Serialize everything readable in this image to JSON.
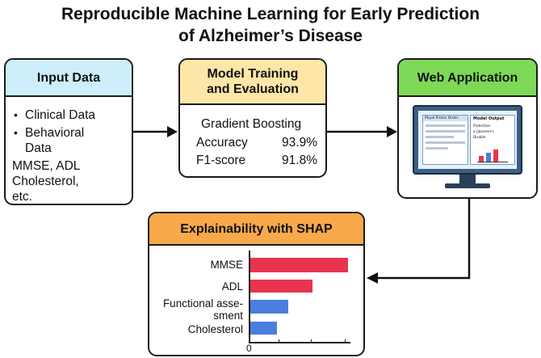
{
  "title": {
    "line1": "Reproducible Machine Learning for Early Prediction",
    "line2": "of Alzheimer’s Disease"
  },
  "input_box": {
    "heading": "Input Data",
    "items": [
      "Clinical Data",
      "Behavioral",
      "Data"
    ],
    "extra_lines": [
      "MMSE, ADL",
      "Cholesterol,",
      "etc."
    ]
  },
  "model_box": {
    "heading_line1": "Model Training",
    "heading_line2": "and Evaluation",
    "algorithm": "Gradient Boosting",
    "metrics": [
      {
        "name": "Accuracy",
        "value": "93.9%"
      },
      {
        "name": "F1-score",
        "value": "91.8%"
      }
    ]
  },
  "web_box": {
    "heading": "Web Application",
    "screen": {
      "form_title": "Pbyal Protss Order",
      "output_title": "Model Output",
      "output_line1": "Protection",
      "output_line2": "a (Jazvmer's",
      "output_line3": "Disable"
    }
  },
  "shap_box": {
    "heading": "Explainability with SHAP",
    "features": [
      {
        "label_lines": [
          "MMSE"
        ],
        "importance": 1.0,
        "color": "#e8344e"
      },
      {
        "label_lines": [
          "ADL"
        ],
        "importance": 0.64,
        "color": "#e8344e"
      },
      {
        "label_lines": [
          "Functional asse-",
          "sment"
        ],
        "importance": 0.39,
        "color": "#4a7fe0"
      },
      {
        "label_lines": [
          "Cholesterol"
        ],
        "importance": 0.28,
        "color": "#4a7fe0"
      }
    ],
    "axis_zero_label": "0"
  },
  "colors": {
    "input_header": "#cdeefa",
    "model_header": "#fde6a8",
    "web_header": "#7ed957",
    "shap_header": "#f8a94a",
    "bar_red": "#e8344e",
    "bar_blue": "#4a7fe0"
  }
}
